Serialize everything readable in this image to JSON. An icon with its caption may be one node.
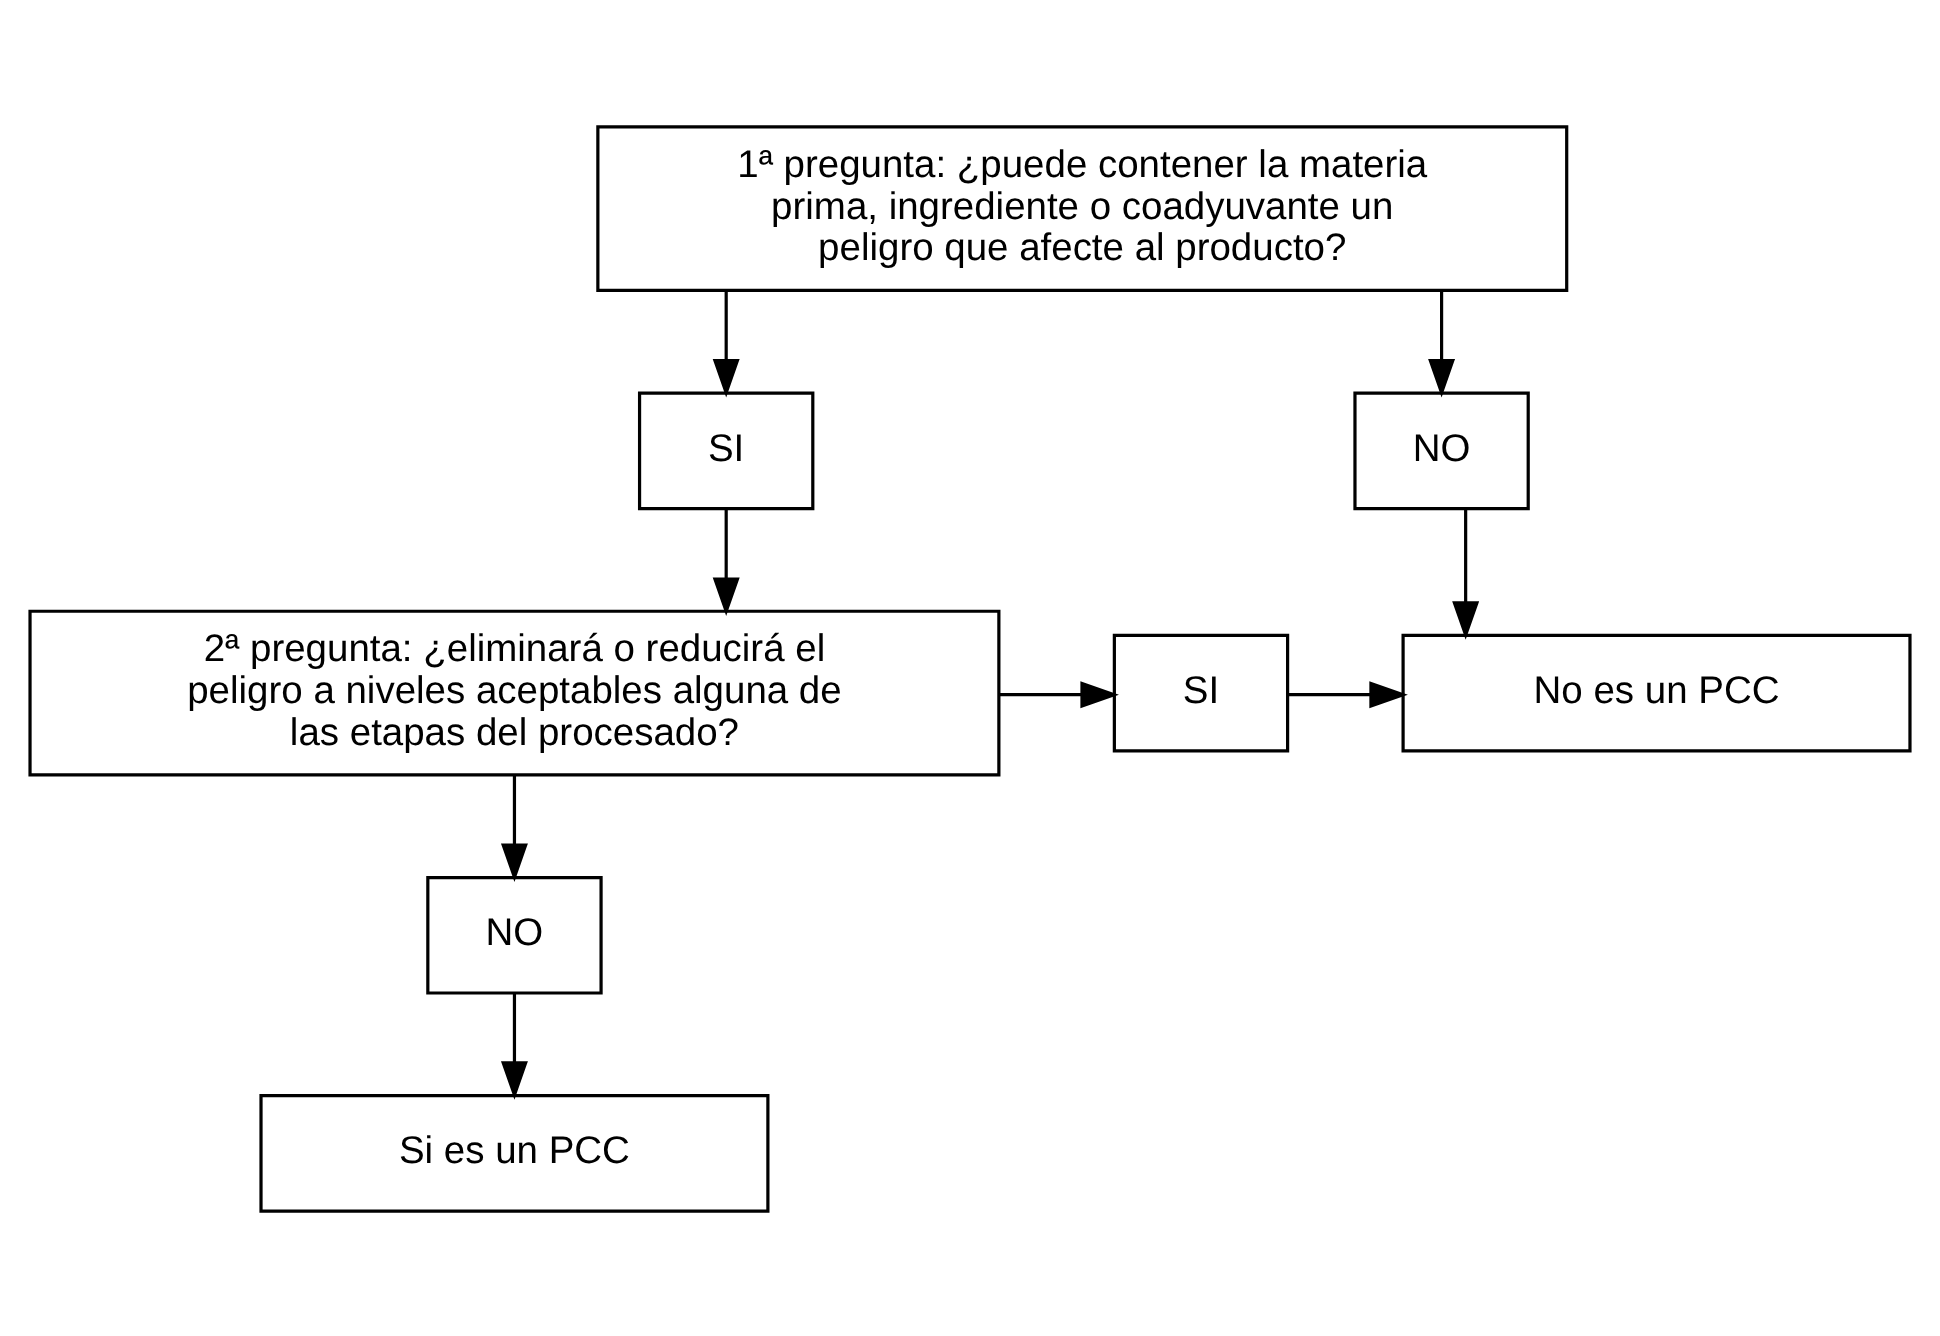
{
  "diagram": {
    "nodes": [
      {
        "text": [
          "1ª pregunta: ¿puede contener la materia prima, ingrediente o coadyuvante un peligro que afecte al producto?"
        ]
      },
      {
        "text": [
          "SI"
        ]
      },
      {
        "text": [
          "NO"
        ]
      },
      {
        "text": [
          "2ª pregunta: ¿eliminará o reducirá el peligro a niveles aceptables alguna de las etapas del procesado?"
        ]
      },
      {
        "text": [
          "SI"
        ]
      },
      {
        "text": [
          "No es un PCC"
        ]
      },
      {
        "text": [
          "NO"
        ]
      },
      {
        "text": [
          "Si es un PCC"
        ]
      }
    ],
    "edges": [
      {
        "from": 0,
        "to": 1,
        "arrow": "to"
      },
      {
        "from": 0,
        "to": 2,
        "arrow": "to"
      },
      {
        "from": 1,
        "to": 3,
        "arrow": "to"
      },
      {
        "from": 3,
        "to": 4,
        "arrow": "to"
      },
      {
        "from": 4,
        "to": 5,
        "arrow": "to"
      },
      {
        "from": 2,
        "to": 5,
        "arrow": "to"
      },
      {
        "from": 3,
        "to": 6,
        "arrow": "to"
      },
      {
        "from": 6,
        "to": 7,
        "arrow": "to"
      }
    ]
  }
}
